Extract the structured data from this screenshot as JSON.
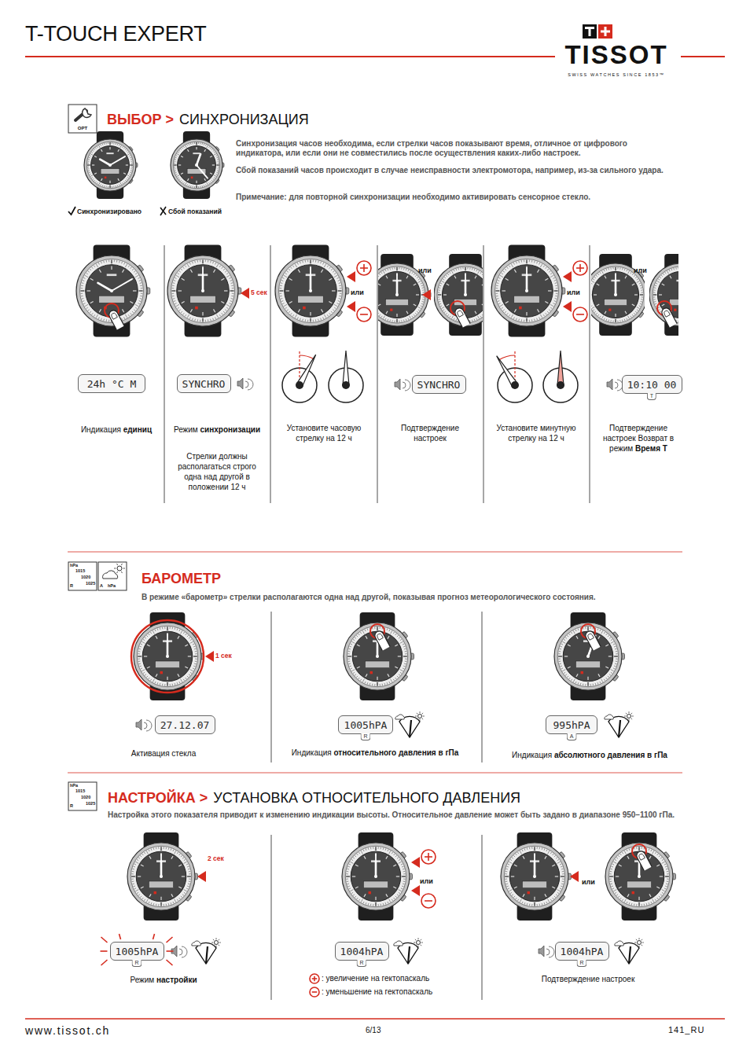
{
  "diagram": {
    "title": "T-TOUCH EXPERT",
    "nodes": [
      {
        "text": [
          "24h °C M"
        ]
      },
      {
        "text": [
          "SYNCHRO"
        ]
      },
      {
        "text": [
          "SYNCHRO"
        ]
      },
      {
        "text": [
          "10:10 00",
          "T"
        ]
      },
      {
        "text": [
          "27.12.07"
        ]
      },
      {
        "text": [
          "1005hPA",
          "R"
        ]
      },
      {
        "text": [
          "995hPA",
          "A"
        ]
      },
      {
        "text": [
          "1005hPA",
          "R"
        ]
      },
      {
        "text": [
          "1004hPA",
          "R"
        ]
      },
      {
        "text": [
          "1004hPA",
          "R"
        ]
      }
    ],
    "labels": [
      "TISSOT",
      "SWISS WATCHES SINCE 1853™",
      "OPT",
      "ВЫБОР >",
      "СИНХРОНИЗАЦИЯ",
      "Синхронизация часов необходима, если стрелки часов показывают время, отличное от цифрового индикатора, или если они не совместились после осуществления каких-либо настроек.",
      "Сбой показаний часов происходит в случае неисправности электромотора, например, из-за сильного удара.",
      "Примечание: для повторной синхронизации необходимо активировать сенсорное стекло.",
      "Синхронизировано",
      "Сбой показаний",
      "5 сек",
      "или",
      "или",
      "или",
      "или",
      "Индикация единиц",
      "Режим синхронизации",
      "Стрелки должны располагаться строго одна над другой в положении 12 ч",
      "Установите часовую стрелку на 12 ч",
      "Подтверждение настроек",
      "Установите минутную стрелку на 12 ч",
      "Подтверждение настроек Возврат в режим Время Т",
      "hPa",
      "1015",
      "1020",
      "1025",
      "R",
      "A",
      "hPa",
      "БАРОМЕТР",
      "В режиме «барометр» стрелки располагаются одна над другой, показывая прогноз метеорологического состояния.",
      "1 сек",
      "Активация стекла",
      "Индикация относительного давления в гПа",
      "Индикация абсолютного давления в гПа",
      "hPa",
      "1015",
      "1020",
      "1025",
      "R",
      "НАСТРОЙКА >",
      "УСТАНОВКА ОТНОСИТЕЛЬНОГО ДАВЛЕНИЯ",
      "Настройка этого показателя приводит к изменению индикации высоты. Относительное давление может быть задано в диапазоне 950–1100 гПа.",
      "2 сек",
      "Режим настройки",
      "или",
      ": увеличение на гектопаскаль",
      ": уменьшение на гектопаскаль",
      "или",
      "Подтверждение настроек",
      "www.tissot.ch",
      "6/13",
      "141_RU"
    ]
  }
}
